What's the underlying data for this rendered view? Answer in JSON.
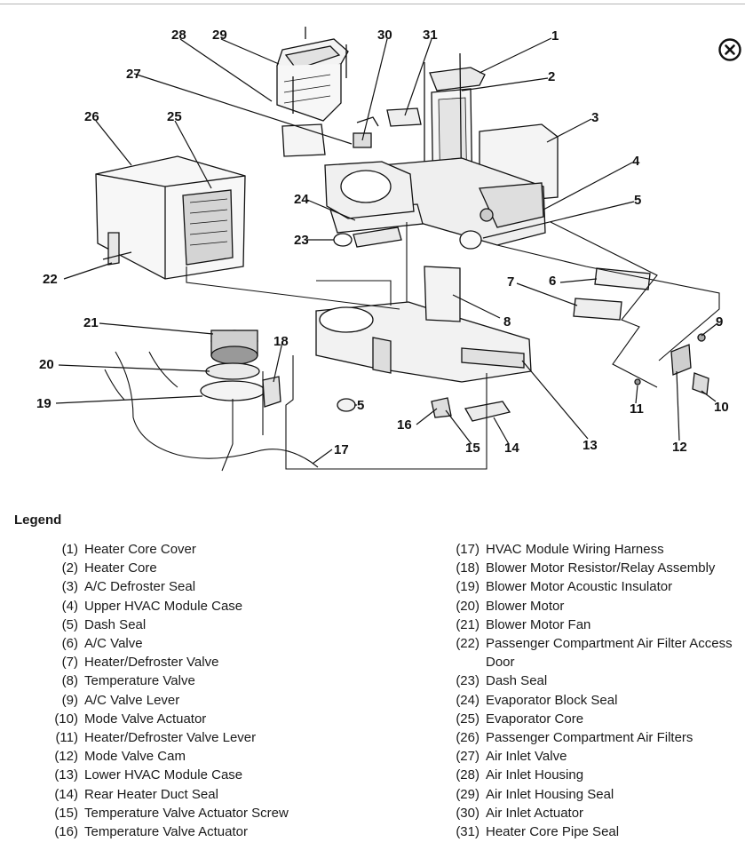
{
  "close_icon": "close-circle-x-icon",
  "callouts": [
    "1",
    "2",
    "3",
    "4",
    "5",
    "6",
    "7",
    "8",
    "9",
    "10",
    "11",
    "12",
    "13",
    "14",
    "15",
    "16",
    "17",
    "18",
    "19",
    "20",
    "21",
    "22",
    "23",
    "24",
    "25",
    "26",
    "27",
    "28",
    "29",
    "30",
    "31",
    "5"
  ],
  "legend": {
    "title": "Legend",
    "left": [
      {
        "num": "(1)",
        "text": "Heater Core Cover"
      },
      {
        "num": "(2)",
        "text": "Heater Core"
      },
      {
        "num": "(3)",
        "text": "A/C Defroster Seal"
      },
      {
        "num": "(4)",
        "text": "Upper HVAC Module Case"
      },
      {
        "num": "(5)",
        "text": "Dash Seal"
      },
      {
        "num": "(6)",
        "text": "A/C Valve"
      },
      {
        "num": "(7)",
        "text": "Heater/Defroster Valve"
      },
      {
        "num": "(8)",
        "text": "Temperature Valve"
      },
      {
        "num": "(9)",
        "text": "A/C Valve Lever"
      },
      {
        "num": "(10)",
        "text": "Mode Valve Actuator"
      },
      {
        "num": "(11)",
        "text": "Heater/Defroster Valve Lever"
      },
      {
        "num": "(12)",
        "text": "Mode Valve Cam"
      },
      {
        "num": "(13)",
        "text": "Lower HVAC Module Case"
      },
      {
        "num": "(14)",
        "text": "Rear Heater Duct Seal"
      },
      {
        "num": "(15)",
        "text": "Temperature Valve Actuator Screw"
      },
      {
        "num": "(16)",
        "text": "Temperature Valve Actuator"
      }
    ],
    "right": [
      {
        "num": "(17)",
        "text": "HVAC Module Wiring Harness"
      },
      {
        "num": "(18)",
        "text": "Blower Motor Resistor/Relay Assembly"
      },
      {
        "num": "(19)",
        "text": "Blower Motor Acoustic Insulator"
      },
      {
        "num": "(20)",
        "text": "Blower Motor"
      },
      {
        "num": "(21)",
        "text": "Blower Motor Fan"
      },
      {
        "num": "(22)",
        "text": "Passenger Compartment Air Filter Access Door"
      },
      {
        "num": "(23)",
        "text": "Dash Seal"
      },
      {
        "num": "(24)",
        "text": "Evaporator Block Seal"
      },
      {
        "num": "(25)",
        "text": "Evaporator Core"
      },
      {
        "num": "(26)",
        "text": "Passenger Compartment Air Filters"
      },
      {
        "num": "(27)",
        "text": "Air Inlet Valve"
      },
      {
        "num": "(28)",
        "text": "Air Inlet Housing"
      },
      {
        "num": "(29)",
        "text": "Air Inlet Housing Seal"
      },
      {
        "num": "(30)",
        "text": "Air Inlet Actuator"
      },
      {
        "num": "(31)",
        "text": "Heater Core Pipe Seal"
      }
    ]
  }
}
